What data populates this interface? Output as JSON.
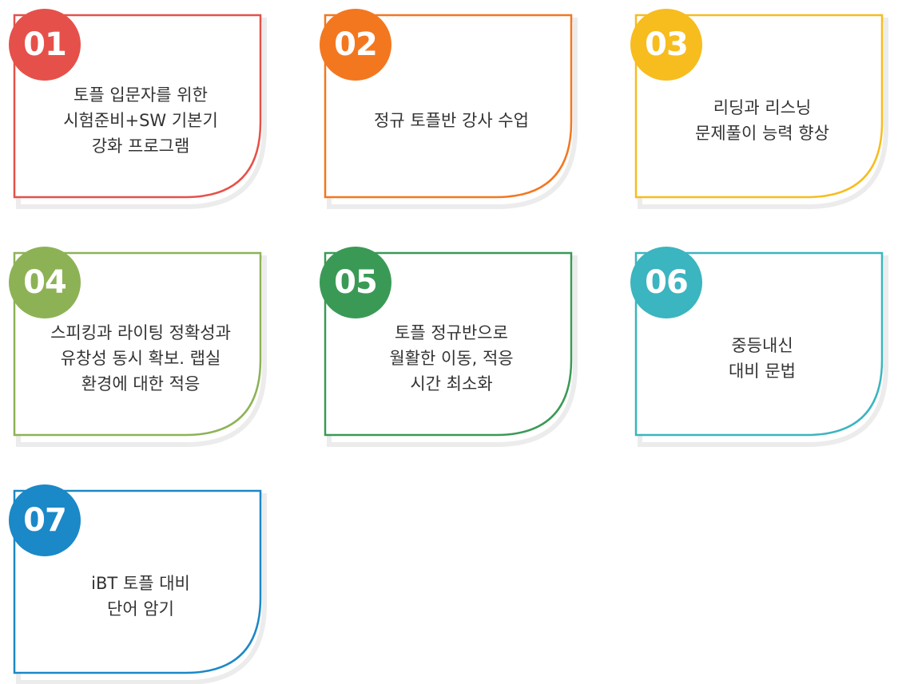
{
  "items": [
    {
      "number": "01",
      "text": "토플 입문자를 위한\n시험준비+SW 기본기\n강화 프로그램",
      "color": "#e5514a"
    },
    {
      "number": "02",
      "text": "정규 토플반 강사 수업",
      "color": "#f3771f"
    },
    {
      "number": "03",
      "text": "리딩과 리스닝\n문제풀이 능력 향상",
      "color": "#f7bc1e"
    },
    {
      "number": "04",
      "text": "스피킹과 라이팅 정확성과\n유창성 동시 확보. 랩실\n환경에 대한 적응",
      "color": "#8db256"
    },
    {
      "number": "05",
      "text": "토플 정규반으로\n월활한 이동, 적응\n시간 최소화",
      "color": "#3a9a55"
    },
    {
      "number": "06",
      "text": "중등내신\n대비 문법",
      "color": "#3bb5bf"
    },
    {
      "number": "07",
      "text": "iBT 토플 대비\n단어 암기",
      "color": "#1b88c7"
    }
  ]
}
